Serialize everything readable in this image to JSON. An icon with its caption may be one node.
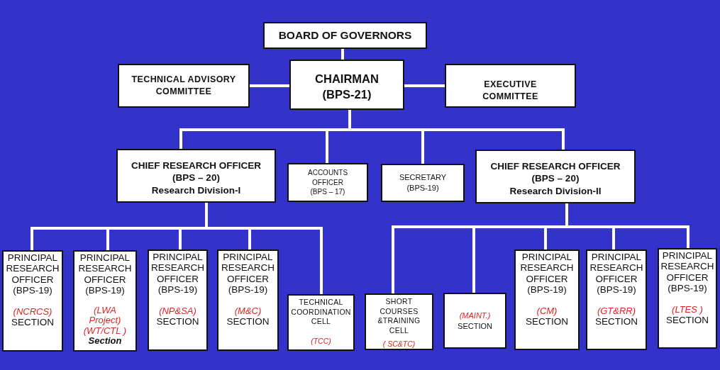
{
  "diagram": {
    "nodes": [
      {
        "text": [
          "BOARD OF GOVERNORS"
        ]
      },
      {
        "text": [
          "TECHNICAL ADVISORY COMMITTEE"
        ]
      },
      {
        "text": [
          "CHAIRMAN (BPS-21)"
        ]
      },
      {
        "text": [
          "EXECUTIVE COMMITTEE"
        ]
      },
      {
        "text": [
          "CHIEF RESEARCH OFFICER (BPS – 20)",
          "Research Division-I"
        ]
      },
      {
        "text": [
          "ACCOUNTS OFFICER (BPS – 17)"
        ]
      },
      {
        "text": [
          "SECRETARY (BPS-19)"
        ]
      },
      {
        "text": [
          "CHIEF RESEARCH OFFICER (BPS – 20)",
          "Research Division-II"
        ]
      },
      {
        "text": [
          "PRINCIPAL RESEARCH OFFICER (BPS-19)",
          "(NCRCS)",
          "SECTION"
        ]
      },
      {
        "text": [
          "PRINCIPAL RESEARCH OFFICER (BPS-19)",
          "(LWA Project) (WT/CTL )",
          "Section"
        ]
      },
      {
        "text": [
          "PRINCIPAL RESEARCH OFFICER (BPS-19)",
          "(NP&SA)",
          "SECTION"
        ]
      },
      {
        "text": [
          "PRINCIPAL RESEARCH OFFICER (BPS-19)",
          "(M&C)",
          "SECTION"
        ]
      },
      {
        "text": [
          "TECHNICAL COORDINATION CELL",
          "(TCC)"
        ]
      },
      {
        "text": [
          "SHORT COURSES &TRAINING CELL",
          "( SC&TC)"
        ]
      },
      {
        "text": [
          "(MAINT.)",
          "SECTION"
        ]
      },
      {
        "text": [
          "PRINCIPAL RESEARCH OFFICER (BPS-19)",
          "(CM)",
          "SECTION"
        ]
      },
      {
        "text": [
          "PRINCIPAL RESEARCH OFFICER (BPS-19)",
          "(GT&RR)",
          "SECTION"
        ]
      },
      {
        "text": [
          "PRINCIPAL RESEARCH OFFICER (BPS-19)",
          "(LTES )",
          "SECTION"
        ]
      }
    ],
    "edges": [
      {
        "from": 0,
        "to": 2,
        "arrow": "none"
      },
      {
        "from": 2,
        "to": 1,
        "arrow": "none"
      },
      {
        "from": 2,
        "to": 3,
        "arrow": "none"
      },
      {
        "from": 2,
        "to": 4,
        "arrow": "none"
      },
      {
        "from": 2,
        "to": 5,
        "arrow": "none"
      },
      {
        "from": 2,
        "to": 6,
        "arrow": "none"
      },
      {
        "from": 2,
        "to": 7,
        "arrow": "none"
      },
      {
        "from": 4,
        "to": 8,
        "arrow": "none"
      },
      {
        "from": 4,
        "to": 9,
        "arrow": "none"
      },
      {
        "from": 4,
        "to": 10,
        "arrow": "none"
      },
      {
        "from": 4,
        "to": 11,
        "arrow": "none"
      },
      {
        "from": 4,
        "to": 12,
        "arrow": "none"
      },
      {
        "from": 7,
        "to": 13,
        "arrow": "none"
      },
      {
        "from": 7,
        "to": 14,
        "arrow": "none"
      },
      {
        "from": 7,
        "to": 15,
        "arrow": "none"
      },
      {
        "from": 7,
        "to": 16,
        "arrow": "none"
      },
      {
        "from": 7,
        "to": 17,
        "arrow": "none"
      }
    ]
  }
}
